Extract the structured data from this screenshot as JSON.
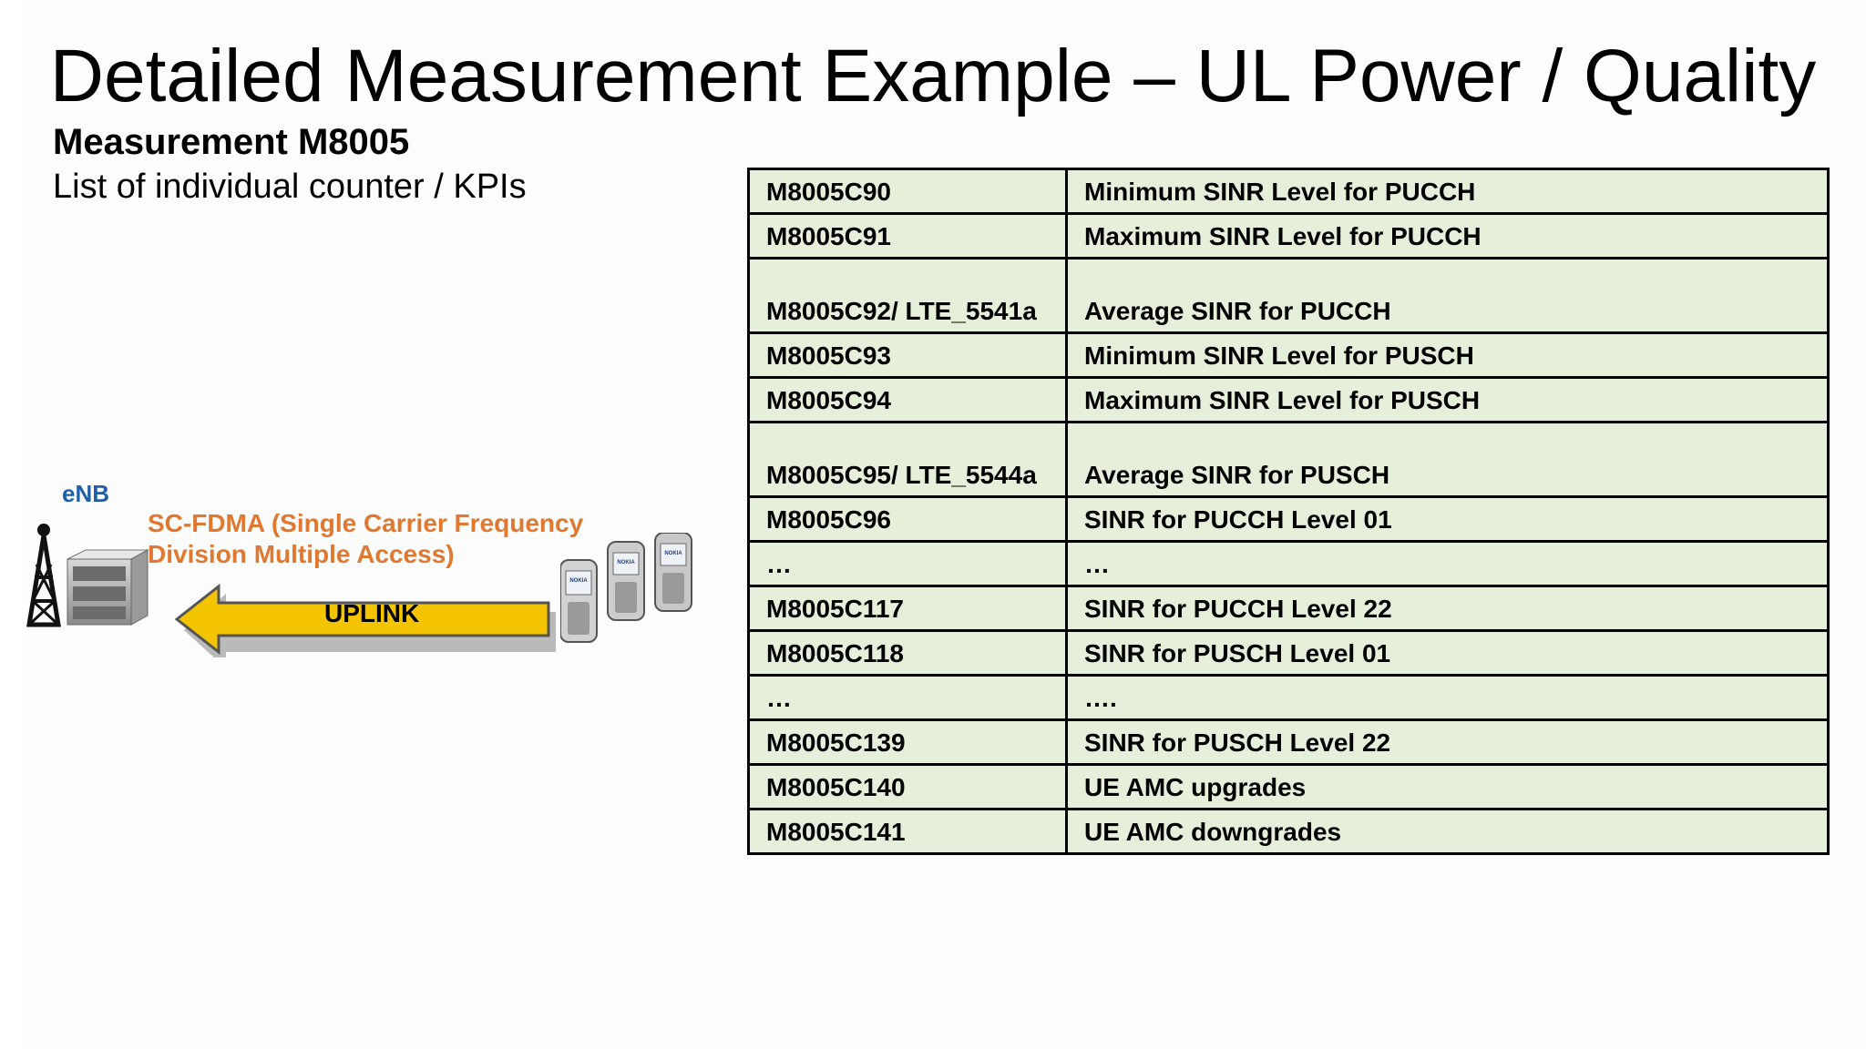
{
  "title": "Detailed Measurement Example – UL Power / Quality",
  "subtitle": "Measurement M8005",
  "description": "List of individual counter / KPIs",
  "diagram": {
    "enb_label": "eNB",
    "access_line1": "SC-FDMA (Single Carrier Frequency",
    "access_line2": "Division Multiple Access)",
    "arrow_label": "UPLINK",
    "phone_brand": "NOKIA",
    "colors": {
      "arrow": "#f5c400",
      "access_text": "#e0782f",
      "enb_text": "#1f5fa8"
    }
  },
  "table": {
    "row_color": "#e6efd9",
    "rows": [
      {
        "counter": "M8005C90",
        "description": "Minimum SINR Level for PUCCH"
      },
      {
        "counter": "M8005C91",
        "description": "Maximum SINR Level for PUCCH"
      },
      {
        "counter": "M8005C92/ LTE_5541a",
        "description": "Average SINR for PUCCH"
      },
      {
        "counter": "M8005C93",
        "description": "Minimum SINR Level  for PUSCH"
      },
      {
        "counter": "M8005C94",
        "description": "Maximum SINR Level  for PUSCH"
      },
      {
        "counter": "M8005C95/ LTE_5544a",
        "description": "Average SINR for PUSCH"
      },
      {
        "counter": "M8005C96",
        "description": "SINR for PUCCH Level 01"
      },
      {
        "counter": "…",
        "description": "…"
      },
      {
        "counter": "M8005C117",
        "description": "SINR for PUCCH Level 22"
      },
      {
        "counter": "M8005C118",
        "description": "SINR for PUSCH Level 01"
      },
      {
        "counter": "…",
        "description": "…."
      },
      {
        "counter": "M8005C139",
        "description": "SINR for PUSCH Level 22"
      },
      {
        "counter": "M8005C140",
        "description": "UE AMC upgrades"
      },
      {
        "counter": "M8005C141",
        "description": "UE AMC downgrades"
      }
    ]
  }
}
